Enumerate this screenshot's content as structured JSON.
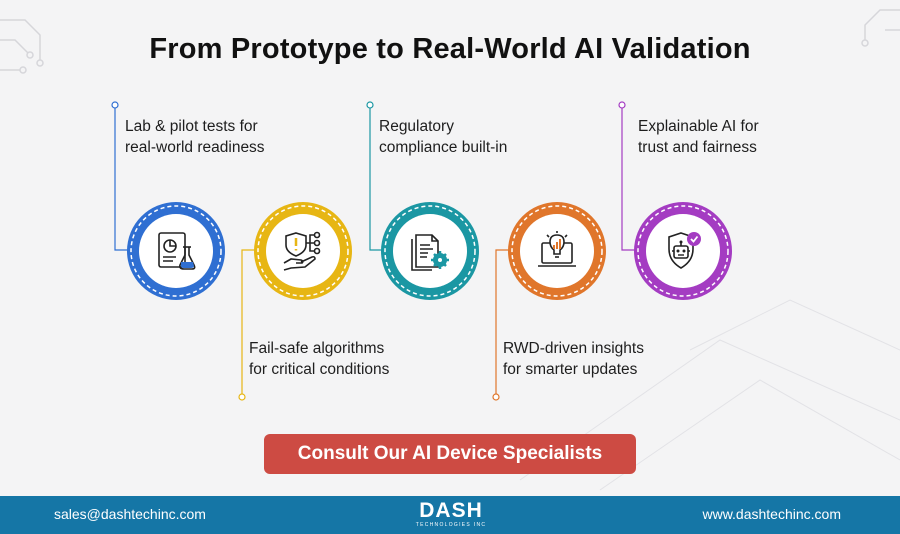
{
  "title": "From Prototype to Real-World AI Validation",
  "steps": [
    {
      "line1": "Lab & pilot tests for",
      "line2": "real-world readiness",
      "color": "#2f6fd2",
      "icon": "lab-test-icon"
    },
    {
      "line1": "Fail-safe algorithms",
      "line2": "for critical conditions",
      "color": "#e7b614",
      "icon": "shield-hand-icon"
    },
    {
      "line1": "Regulatory",
      "line2": "compliance built-in",
      "color": "#1b97a3",
      "icon": "document-gear-icon"
    },
    {
      "line1": "RWD-driven insights",
      "line2": "for smarter updates",
      "color": "#e0762b",
      "icon": "laptop-insights-icon"
    },
    {
      "line1": "Explainable AI for",
      "line2": "trust and fairness",
      "color": "#a43cc2",
      "icon": "robot-shield-icon"
    }
  ],
  "cta": {
    "label": "Consult Our AI Device Specialists"
  },
  "footer": {
    "email": "sales@dashtechinc.com",
    "website": "www.dashtechinc.com",
    "logo_word": "DASH",
    "logo_sub": "TECHNOLOGIES INC"
  }
}
